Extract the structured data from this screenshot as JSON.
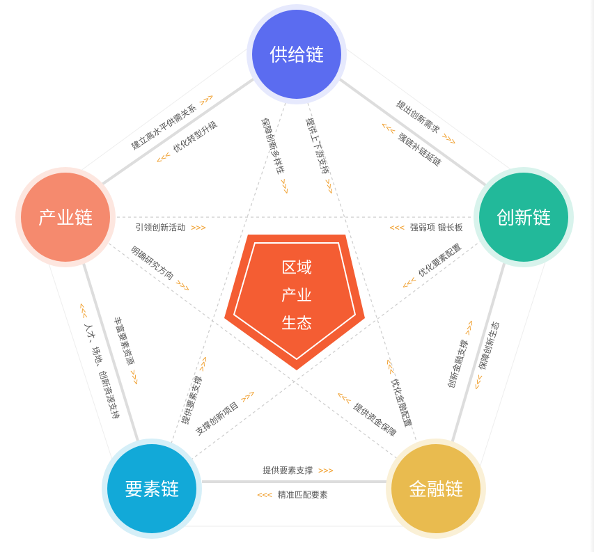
{
  "nodes": {
    "supply": {
      "label": "供给链",
      "color": "#5b6cf0",
      "ring": "#e6e9fd"
    },
    "industry": {
      "label": "产业链",
      "color": "#f58a6e",
      "ring": "#fde6df"
    },
    "innovation": {
      "label": "创新链",
      "color": "#22b99a",
      "ring": "#d8f3ec"
    },
    "factor": {
      "label": "要素链",
      "color": "#12a9d8",
      "ring": "#d5eff8"
    },
    "finance": {
      "label": "金融链",
      "color": "#e9bb4f",
      "ring": "#faf0d6"
    }
  },
  "center": {
    "line1": "区域",
    "line2": "产业",
    "line3": "生态",
    "color": "#f45d33"
  },
  "edges": {
    "supply_industry_out": "建立高水平供需关系",
    "supply_industry_in": "优化转型升级",
    "supply_innovation_out": "提出创新需求",
    "supply_innovation_in": "强链补链延链",
    "supply_factor": "保障创新多样性",
    "supply_finance": "提供上下游支持",
    "industry_innovation": "引领创新活动",
    "innovation_industry": "强弱项 锻长板",
    "industry_finance": "明确研究方向",
    "innovation_factor": "优化要素配置",
    "industry_factor_in": "人才、场地、创新资源支持",
    "industry_factor_out": "丰富要素资源",
    "innovation_finance_out": "创新金融支撑",
    "innovation_finance_in": "保障创新生态",
    "factor_supply": "提供要素支撑",
    "factor_innovation": "支撑创新项目",
    "finance_supply": "优化金融配置",
    "finance_industry": "提供资金保障",
    "factor_finance": "提供要素支撑",
    "finance_factor": "精准匹配要素"
  },
  "arrows": {
    "right": ">>>",
    "left": "<<<"
  },
  "line_color": "#d9d9d9"
}
